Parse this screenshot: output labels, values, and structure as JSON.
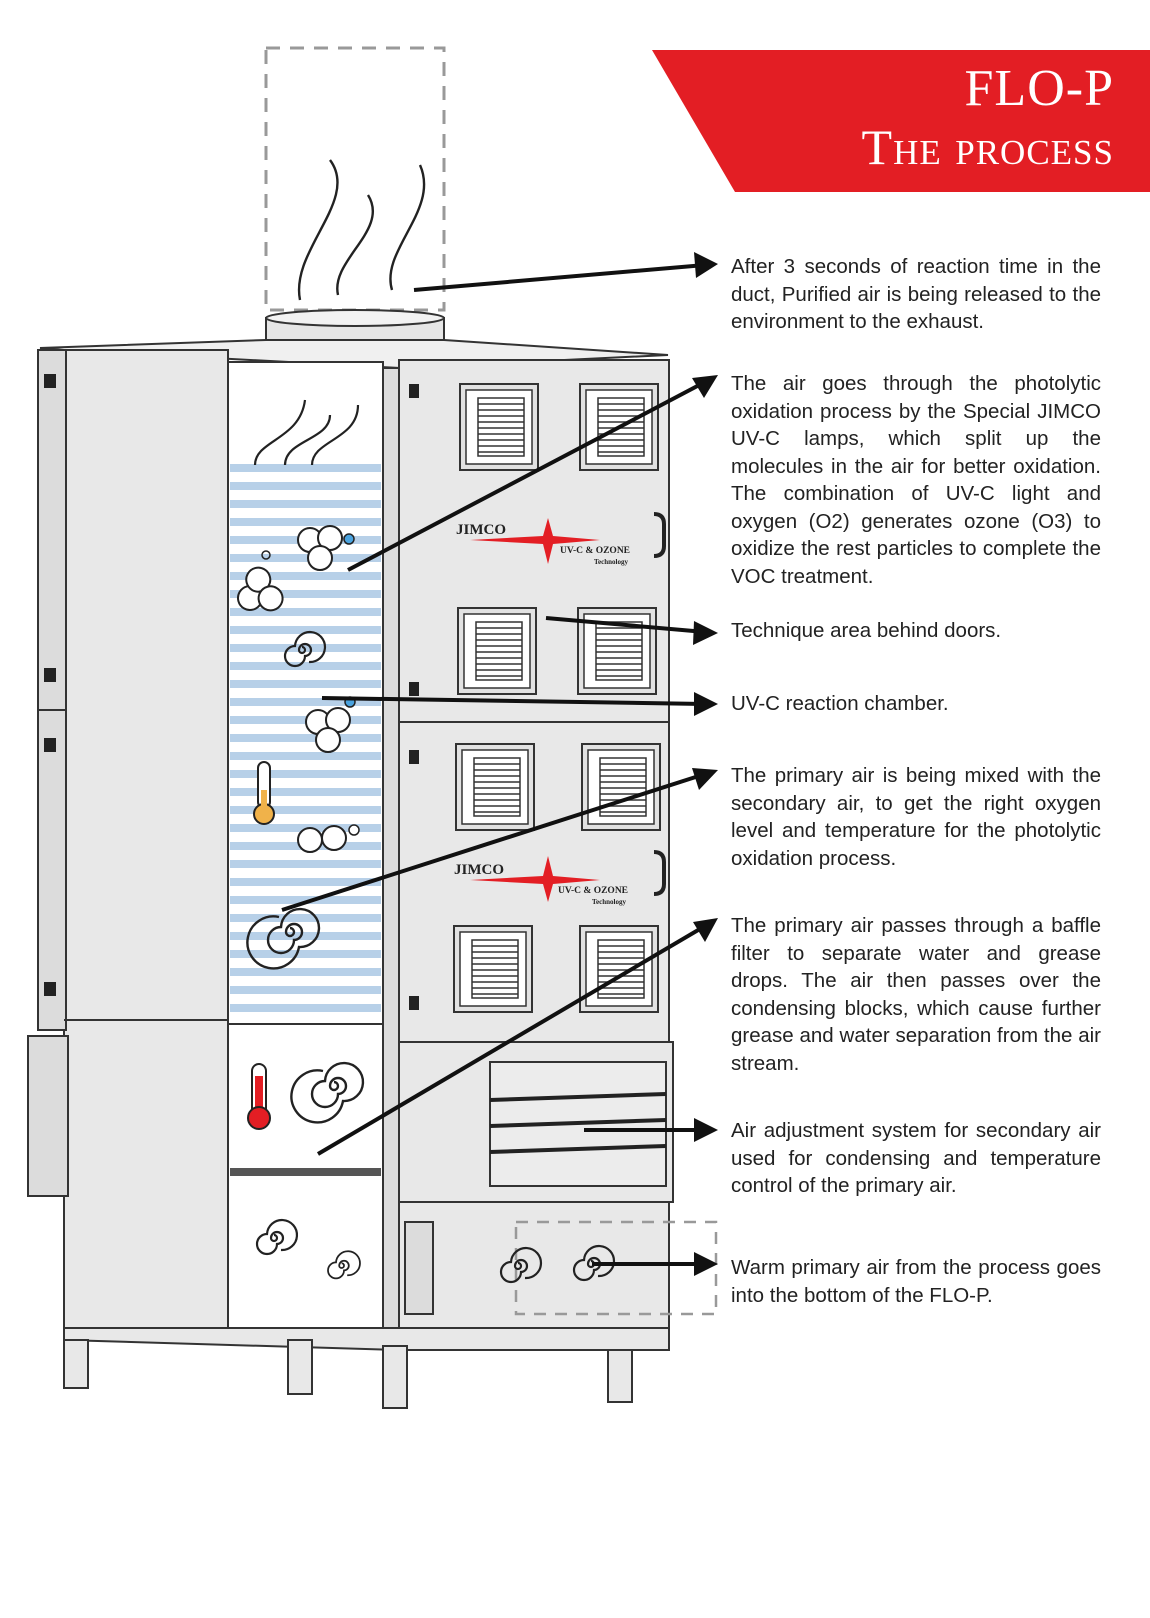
{
  "title": {
    "line1": "FLO-P",
    "line2": "The process"
  },
  "brand": {
    "logo": "JIMCO",
    "sub1": "UV-C & OZONE",
    "sub2": "Technology",
    "accent_color": "#e31e24"
  },
  "callouts": [
    {
      "id": "exhaust",
      "text": "After 3 seconds of reaction time in the duct, Purified air is being released to the environment to the exhaust."
    },
    {
      "id": "photolytic",
      "text": "The air goes through the photolytic oxidation process by the Special JIMCO UV-C lamps, which split up the molecules in the air for better oxidation. The combination of UV-C light and oxygen (O2) generates ozone (O3) to oxidize the rest particles to complete the VOC treatment."
    },
    {
      "id": "technique",
      "text": "Technique area behind doors."
    },
    {
      "id": "chamber",
      "text": "UV-C reaction chamber."
    },
    {
      "id": "mixing",
      "text": "The primary air is being mixed with the secondary air, to get the right oxygen level and temperature for the photolytic oxidation process."
    },
    {
      "id": "baffle",
      "text": "The primary air passes through a baffle filter to separate water and grease drops. The air then passes over the condensing blocks, which cause further grease and water separation from the air stream."
    },
    {
      "id": "adjustment",
      "text": "Air adjustment system for secondary air used for condensing and temperature control of the primary air."
    },
    {
      "id": "inlet",
      "text": "Warm primary air from the process goes into the bottom of the FLO-P."
    }
  ],
  "colors": {
    "banner": "#e31e24",
    "cabinet": "#e8e8e8",
    "uv_stripe": "#b7d0e8",
    "thermo_warm": "#f0b24a",
    "thermo_hot": "#e31e24",
    "molecule_blue": "#4aa3df"
  },
  "icons": [
    "smoke-icon",
    "molecule-icon",
    "swirl-icon",
    "thermometer-icon",
    "louver-icon",
    "arrow-icon"
  ]
}
